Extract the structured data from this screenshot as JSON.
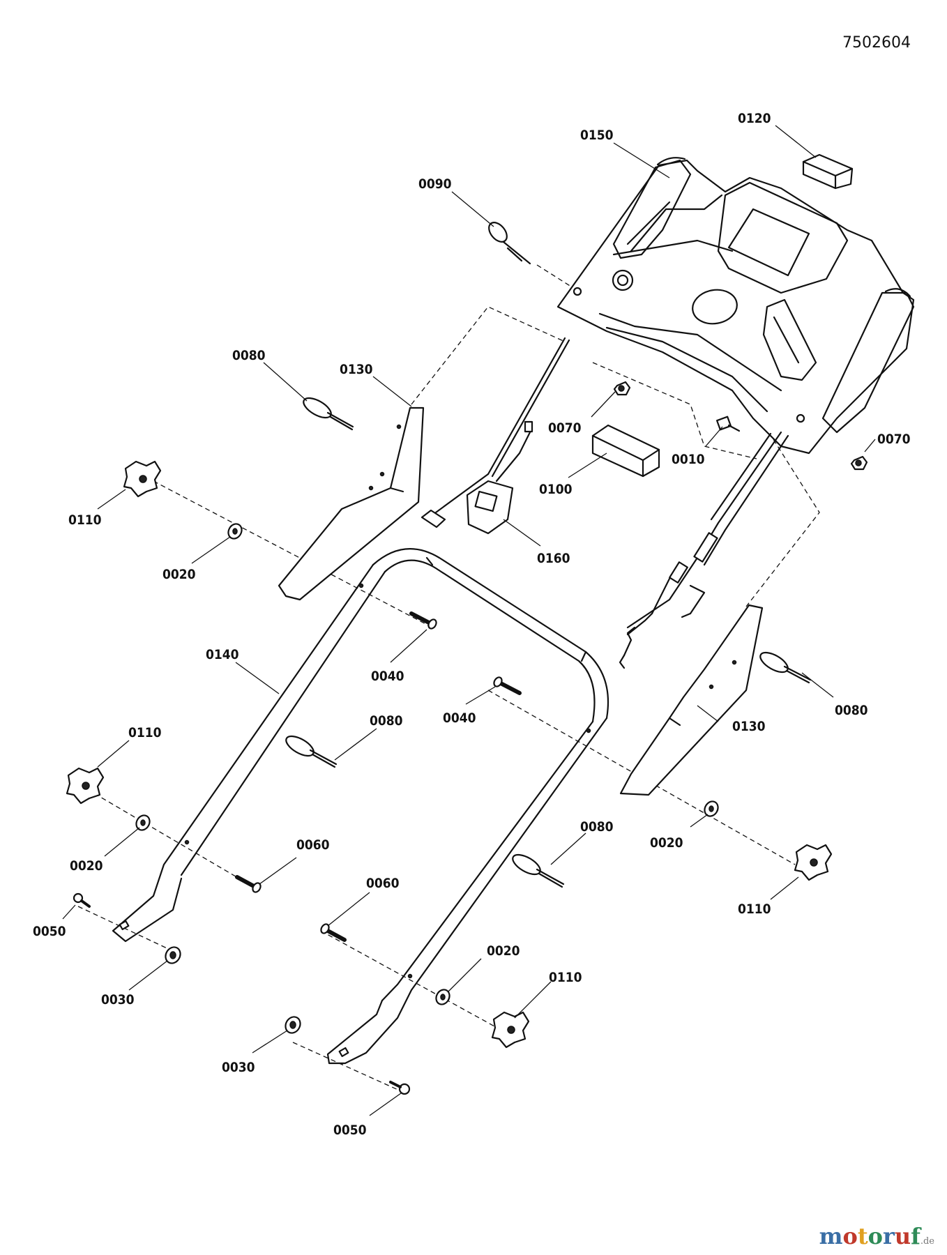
{
  "document_number": "7502604",
  "watermark": {
    "letters": [
      "m",
      "o",
      "t",
      "o",
      "r",
      "u",
      "f"
    ],
    "colors": [
      "#3a6ea5",
      "#c0392b",
      "#e0a020",
      "#2e8b57",
      "#3a6ea5",
      "#c0392b",
      "#2e8b57"
    ],
    "suffix": ".de"
  },
  "labels": [
    {
      "id": "l1",
      "text": "0120"
    },
    {
      "id": "l2",
      "text": "0150"
    },
    {
      "id": "l3",
      "text": "0090"
    },
    {
      "id": "l4",
      "text": "0080"
    },
    {
      "id": "l5",
      "text": "0130"
    },
    {
      "id": "l6",
      "text": "0070"
    },
    {
      "id": "l7",
      "text": "0010"
    },
    {
      "id": "l8",
      "text": "0070"
    },
    {
      "id": "l9",
      "text": "0110"
    },
    {
      "id": "l10",
      "text": "0100"
    },
    {
      "id": "l11",
      "text": "0020"
    },
    {
      "id": "l12",
      "text": "0160"
    },
    {
      "id": "l13",
      "text": "0140"
    },
    {
      "id": "l14",
      "text": "0040"
    },
    {
      "id": "l15",
      "text": "0040"
    },
    {
      "id": "l16",
      "text": "0080"
    },
    {
      "id": "l17",
      "text": "0080"
    },
    {
      "id": "l18",
      "text": "0130"
    },
    {
      "id": "l19",
      "text": "0110"
    },
    {
      "id": "l20",
      "text": "0020"
    },
    {
      "id": "l21",
      "text": "0060"
    },
    {
      "id": "l22",
      "text": "0080"
    },
    {
      "id": "l23",
      "text": "0020"
    },
    {
      "id": "l24",
      "text": "0050"
    },
    {
      "id": "l25",
      "text": "0110"
    },
    {
      "id": "l26",
      "text": "0060"
    },
    {
      "id": "l27",
      "text": "0020"
    },
    {
      "id": "l28",
      "text": "0030"
    },
    {
      "id": "l29",
      "text": "0110"
    },
    {
      "id": "l30",
      "text": "0030"
    },
    {
      "id": "l31",
      "text": "0050"
    }
  ]
}
